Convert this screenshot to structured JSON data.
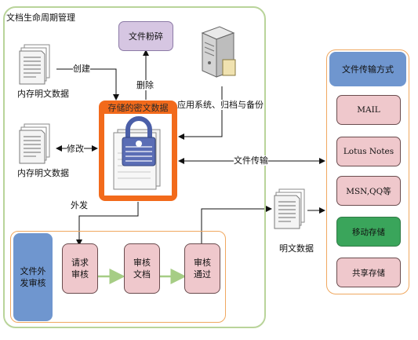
{
  "lifecycle": {
    "title": "文档生命周期管理",
    "edges": {
      "create": "创建",
      "delete": "删除",
      "modify": "修改",
      "send_out": "外发",
      "transfer": "文件传输"
    }
  },
  "memory_docs": [
    "内存明文数据",
    "内存明文数据"
  ],
  "shredder": "文件粉碎",
  "server_label": "应用系统、归档与备份",
  "secure_store": "存储的密文数据",
  "plain_data": "明文数据",
  "review": {
    "title": "文件外发审核",
    "steps": [
      "请求审核",
      "审核文档",
      "审核通过"
    ]
  },
  "transfer": {
    "title": "文件传输方式",
    "methods": [
      "MAIL",
      "Lotus Notes",
      "MSN,QQ等",
      "移动存储",
      "共享存储"
    ]
  },
  "colors": {
    "secure_border": "#f26a1b",
    "header_blue": "#6f96cf",
    "method_pink": "#efc8cc",
    "mobile_green": "#3aa55b",
    "shred_purple": "#d6c6e2",
    "lifecycle_border": "#b9d49a"
  }
}
